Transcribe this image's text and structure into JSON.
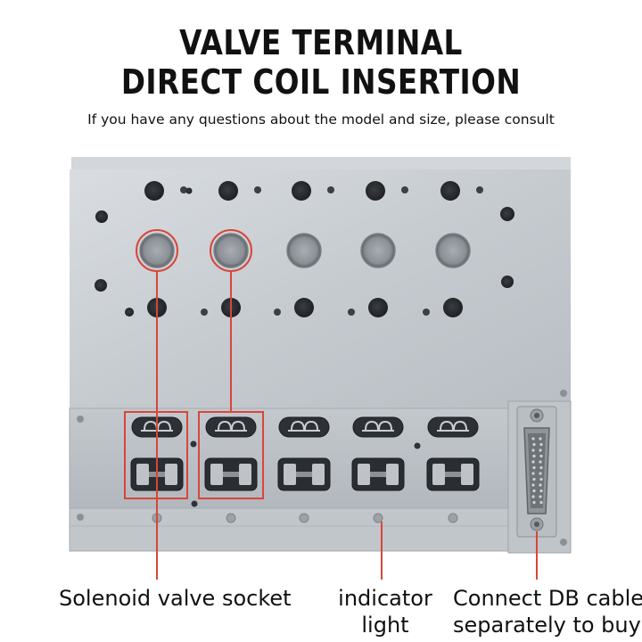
{
  "title": {
    "line1": "VALVE TERMINAL",
    "line2": "DIRECT COIL INSERTION"
  },
  "subtitle": "If you have any questions about the model and size, please consult",
  "callouts": {
    "solenoid_socket": "Solenoid valve socket",
    "indicator_line1": "indicator",
    "indicator_line2": "light",
    "db_cable_line1": "Connect DB cable",
    "db_cable_line2": "separately to buy"
  },
  "colors": {
    "highlight": "#d8463a",
    "plate": "#c9ced3",
    "text": "#111111"
  }
}
